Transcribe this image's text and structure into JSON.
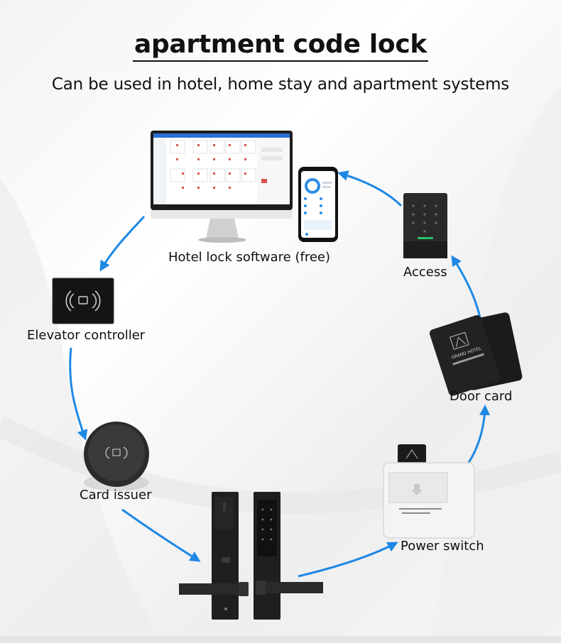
{
  "title": "apartment code lock",
  "subtitle": "Can be used in hotel, home stay and apartment systems",
  "nodes": {
    "software": "Hotel lock software (free)",
    "access": "Access",
    "elevator": "Elevator controller",
    "door_card": "Door card",
    "card_issuer": "Card issuer",
    "power_switch": "Power switch"
  },
  "card_brand": "GRAND HOTEL",
  "colors": {
    "arrow": "#1e88e5",
    "device": "#1a1a1a",
    "background": "#f5f5f5"
  }
}
